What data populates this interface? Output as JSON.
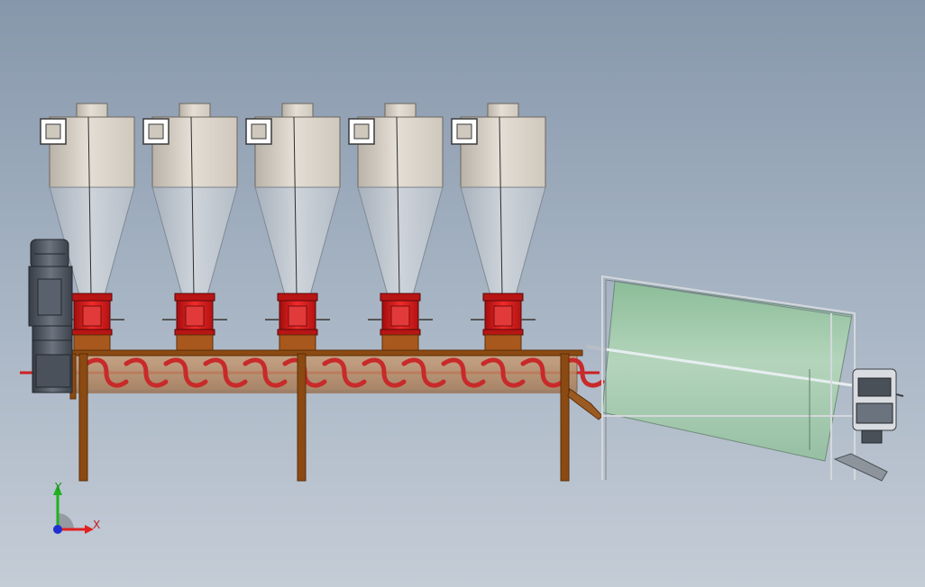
{
  "scene": {
    "type": "3d-cad-model-view",
    "background_top": "#8797ab",
    "background_bottom": "#c4ccd6"
  },
  "model": {
    "cyclones": {
      "count": 5,
      "body_color": "#d6d0c6",
      "cone_color": "#c9cfd6"
    },
    "rotary_valves": {
      "count": 5,
      "color": "#d81818"
    },
    "screw_conveyor": {
      "trough_color": "#c98a4f",
      "flight_color": "#c82a2a"
    },
    "frame": {
      "color": "#8b4a12"
    },
    "rotary_drum": {
      "color": "#9cc9a4",
      "frame_color": "#d4d8dc"
    },
    "gear_motor": {
      "color": "#4e5560"
    }
  },
  "triad": {
    "x_label": "X",
    "y_label": "Y",
    "x_color": "#e02020",
    "y_color": "#20b020",
    "z_color": "#2030d0"
  }
}
